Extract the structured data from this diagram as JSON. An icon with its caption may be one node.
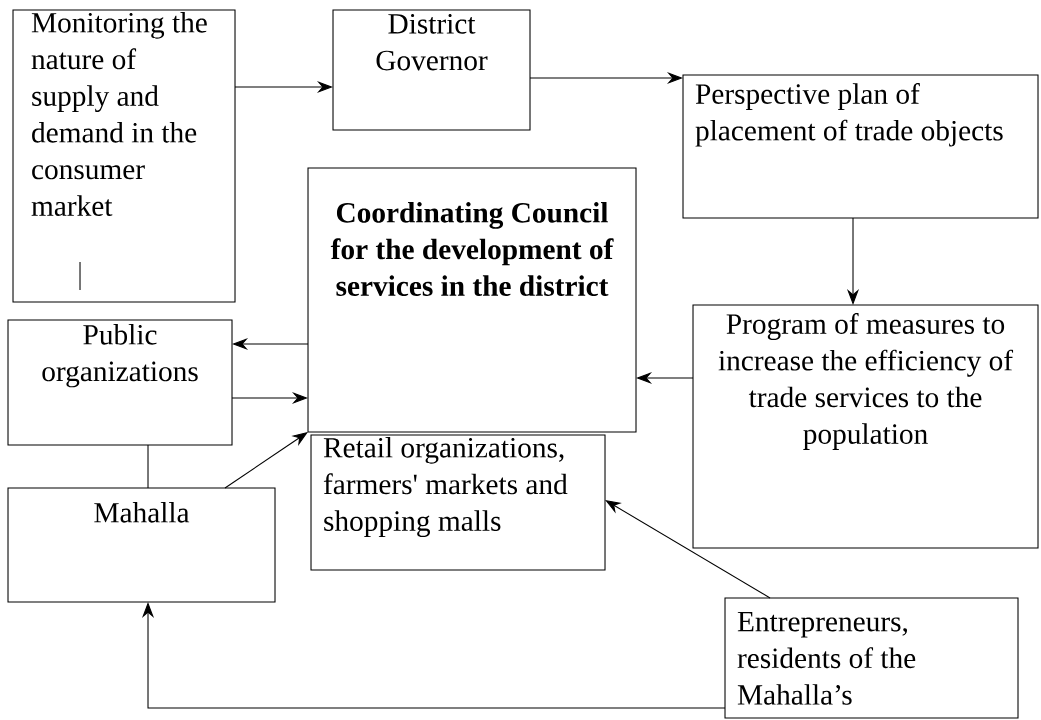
{
  "diagram": {
    "nodes": [
      {
        "text": [
          "Monitoring the nature of supply and demand in the consumer market"
        ]
      },
      {
        "text": [
          "District Governor"
        ]
      },
      {
        "text": [
          "Perspective plan of placement of trade objects"
        ]
      },
      {
        "text": [
          "Coordinating Council for the development of services in the district"
        ]
      },
      {
        "text": [
          "Public organizations"
        ]
      },
      {
        "text": [
          "Program of measures to increase the efficiency of trade services to the population"
        ]
      },
      {
        "text": [
          "Mahalla"
        ]
      },
      {
        "text": [
          "Retail organizations, farmers' markets and shopping malls"
        ]
      },
      {
        "text": [
          "Entrepreneurs, residents of the Mahalla’s"
        ]
      }
    ],
    "edges": [
      {
        "from": 0,
        "to": 1,
        "arrow": "to"
      },
      {
        "from": 1,
        "to": 2,
        "arrow": "to"
      },
      {
        "from": 2,
        "to": 5,
        "arrow": "to"
      },
      {
        "from": 5,
        "to": 3,
        "arrow": "to"
      },
      {
        "from": 3,
        "to": 4,
        "arrow": "to"
      },
      {
        "from": 4,
        "to": 3,
        "arrow": "to"
      },
      {
        "from": 4,
        "to": 6,
        "arrow": "none"
      },
      {
        "from": 6,
        "to": 3,
        "arrow": "to"
      },
      {
        "from": 8,
        "to": 7,
        "arrow": "to"
      },
      {
        "from": 8,
        "to": 6,
        "arrow": "to"
      }
    ]
  }
}
